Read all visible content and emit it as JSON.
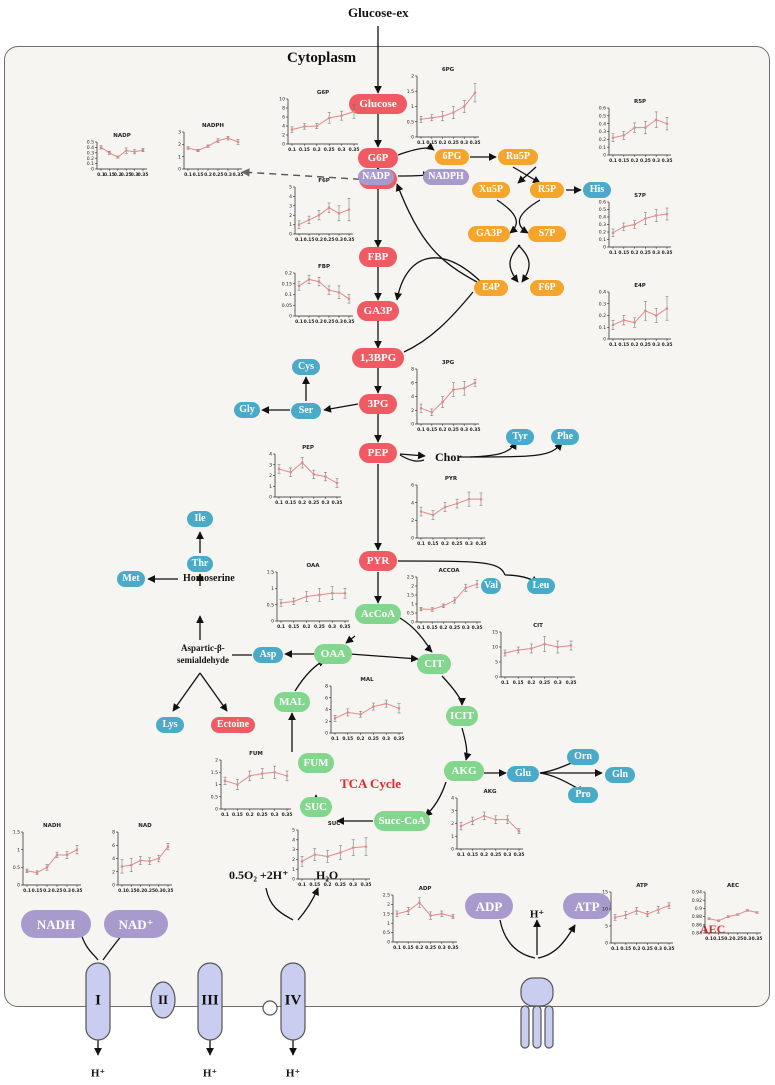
{
  "labels": {
    "glucose_ex": "Glucose-ex",
    "cytoplasm": "Cytoplasm",
    "tca_cycle": "TCA Cycle",
    "chor": "Chor",
    "homoserine": "Homoserine",
    "aspartic": "Aspartic-β-",
    "semialdehyde": "semialdehyde",
    "aec": "AEC",
    "half_o2": "0.5O₂ +2H⁺",
    "h2o": "H₂O",
    "h_plus": "H⁺",
    "nadh": "NADH",
    "nad_plus": "NAD⁺",
    "adp": "ADP",
    "atp": "ATP",
    "cv_h": "H⁺"
  },
  "complexes": {
    "c1": "I",
    "c2": "II",
    "c3": "III",
    "c4": "IV"
  },
  "colors": {
    "glycolysis": "#ef5a63",
    "ppp": "#f5a52c",
    "amino_acid": "#4aabc8",
    "tca": "#83d68d",
    "cofactor": "#a99ace",
    "atp_synthase": "#c9cdef",
    "line": "#e08a8a",
    "aec_label": "#e0272f"
  },
  "nodes": [
    {
      "id": "glucose",
      "label": "Glucose",
      "group": "glycolysis"
    },
    {
      "id": "g6p",
      "label": "G6P",
      "group": "glycolysis"
    },
    {
      "id": "f6p",
      "label": "F6P",
      "group": "glycolysis"
    },
    {
      "id": "fbp",
      "label": "FBP",
      "group": "glycolysis"
    },
    {
      "id": "ga3p",
      "label": "GA3P",
      "group": "glycolysis"
    },
    {
      "id": "bpg",
      "label": "1,3BPG",
      "group": "glycolysis"
    },
    {
      "id": "pg3",
      "label": "3PG",
      "group": "glycolysis"
    },
    {
      "id": "pep",
      "label": "PEP",
      "group": "glycolysis"
    },
    {
      "id": "pyr",
      "label": "PYR",
      "group": "glycolysis"
    },
    {
      "id": "ectoine",
      "label": "Ectoine",
      "group": "glycolysis"
    },
    {
      "id": "pg6",
      "label": "6PG",
      "group": "ppp"
    },
    {
      "id": "ru5p",
      "label": "Ru5P",
      "group": "ppp"
    },
    {
      "id": "xu5p",
      "label": "Xu5P",
      "group": "ppp"
    },
    {
      "id": "r5p",
      "label": "R5P",
      "group": "ppp"
    },
    {
      "id": "ga3p2",
      "label": "GA3P",
      "group": "ppp"
    },
    {
      "id": "s7p",
      "label": "S7P",
      "group": "ppp"
    },
    {
      "id": "e4p",
      "label": "E4P",
      "group": "ppp"
    },
    {
      "id": "f6p2",
      "label": "F6P",
      "group": "ppp"
    },
    {
      "id": "nadp",
      "label": "NADP",
      "group": "cofactor"
    },
    {
      "id": "nadph",
      "label": "NADPH",
      "group": "cofactor"
    },
    {
      "id": "his",
      "label": "His",
      "group": "amino_acid"
    },
    {
      "id": "cys",
      "label": "Cys",
      "group": "amino_acid"
    },
    {
      "id": "ser",
      "label": "Ser",
      "group": "amino_acid"
    },
    {
      "id": "gly",
      "label": "Gly",
      "group": "amino_acid"
    },
    {
      "id": "tyr",
      "label": "Tyr",
      "group": "amino_acid"
    },
    {
      "id": "phe",
      "label": "Phe",
      "group": "amino_acid"
    },
    {
      "id": "ile",
      "label": "Ile",
      "group": "amino_acid"
    },
    {
      "id": "thr",
      "label": "Thr",
      "group": "amino_acid"
    },
    {
      "id": "met",
      "label": "Met",
      "group": "amino_acid"
    },
    {
      "id": "asp",
      "label": "Asp",
      "group": "amino_acid"
    },
    {
      "id": "lys",
      "label": "Lys",
      "group": "amino_acid"
    },
    {
      "id": "val",
      "label": "Val",
      "group": "amino_acid"
    },
    {
      "id": "leu",
      "label": "Leu",
      "group": "amino_acid"
    },
    {
      "id": "glu",
      "label": "Glu",
      "group": "amino_acid"
    },
    {
      "id": "orn",
      "label": "Orn",
      "group": "amino_acid"
    },
    {
      "id": "gln",
      "label": "Gln",
      "group": "amino_acid"
    },
    {
      "id": "pro",
      "label": "Pro",
      "group": "amino_acid"
    },
    {
      "id": "accoa",
      "label": "AcCoA",
      "group": "tca"
    },
    {
      "id": "oaa",
      "label": "OAA",
      "group": "tca"
    },
    {
      "id": "cit",
      "label": "CIT",
      "group": "tca"
    },
    {
      "id": "icit",
      "label": "ICIT",
      "group": "tca"
    },
    {
      "id": "akg",
      "label": "AKG",
      "group": "tca"
    },
    {
      "id": "succoa",
      "label": "Succ-CoA",
      "group": "tca"
    },
    {
      "id": "suc",
      "label": "SUC",
      "group": "tca"
    },
    {
      "id": "fum",
      "label": "FUM",
      "group": "tca"
    },
    {
      "id": "mal",
      "label": "MAL",
      "group": "tca"
    }
  ],
  "chart_data": [
    {
      "id": "g6p",
      "type": "line",
      "title": "G6P",
      "x": [
        0.1,
        0.15,
        0.2,
        0.25,
        0.3,
        0.35
      ],
      "y": [
        3.2,
        3.9,
        4.0,
        5.8,
        6.3,
        7.2
      ],
      "err": [
        0.6,
        0.6,
        0.6,
        1.2,
        1.0,
        1.5
      ],
      "ylim": [
        0,
        10
      ],
      "yticks": [
        0,
        2,
        4,
        6,
        8,
        10
      ],
      "xticks": [
        "0.1",
        "0.15",
        "0.2",
        "0.25",
        "0.3",
        "0.35"
      ]
    },
    {
      "id": "6pg",
      "type": "line",
      "title": "6PG",
      "x": [
        0.1,
        0.15,
        0.2,
        0.25,
        0.3,
        0.35
      ],
      "y": [
        0.58,
        0.63,
        0.68,
        0.8,
        1.0,
        1.45
      ],
      "err": [
        0.1,
        0.1,
        0.15,
        0.2,
        0.2,
        0.3
      ],
      "ylim": [
        0,
        2.0
      ],
      "yticks": [
        0.0,
        0.5,
        1.0,
        1.5,
        2.0
      ],
      "xticks": [
        "0.1",
        "0.15",
        "0.2",
        "0.25",
        "0.3",
        "0.35"
      ]
    },
    {
      "id": "nadp",
      "type": "line",
      "title": "NADP",
      "x": [
        0.1,
        0.15,
        0.2,
        0.25,
        0.3,
        0.35
      ],
      "y": [
        0.4,
        0.3,
        0.22,
        0.34,
        0.32,
        0.35
      ],
      "err": [
        0.03,
        0.03,
        0.02,
        0.05,
        0.04,
        0.03
      ],
      "ylim": [
        0,
        0.5
      ],
      "yticks": [
        0.0,
        0.1,
        0.2,
        0.3,
        0.4,
        0.5
      ],
      "xticks": [
        "0.1",
        "0.15",
        "0.2",
        "0.25",
        "0.3",
        "0.35"
      ]
    },
    {
      "id": "nadph",
      "type": "line",
      "title": "NADPH",
      "x": [
        0.1,
        0.15,
        0.2,
        0.25,
        0.3,
        0.35
      ],
      "y": [
        1.7,
        1.5,
        1.85,
        2.3,
        2.5,
        2.2
      ],
      "err": [
        0.1,
        0.1,
        0.1,
        0.15,
        0.15,
        0.2
      ],
      "ylim": [
        0,
        3
      ],
      "yticks": [
        0,
        1,
        2,
        3
      ],
      "xticks": [
        "0.1",
        "0.15",
        "0.2",
        "0.25",
        "0.3",
        "0.35"
      ]
    },
    {
      "id": "r5p",
      "type": "line",
      "title": "R5P",
      "x": [
        0.1,
        0.15,
        0.2,
        0.25,
        0.3,
        0.35
      ],
      "y": [
        0.22,
        0.25,
        0.35,
        0.35,
        0.45,
        0.4
      ],
      "err": [
        0.05,
        0.05,
        0.06,
        0.08,
        0.1,
        0.08
      ],
      "ylim": [
        0,
        0.6
      ],
      "yticks": [
        0.0,
        0.1,
        0.2,
        0.3,
        0.4,
        0.5,
        0.6
      ],
      "xticks": [
        "0.1",
        "0.15",
        "0.2",
        "0.25",
        "0.3",
        "0.35"
      ]
    },
    {
      "id": "f6p",
      "type": "line",
      "title": "F6P",
      "x": [
        0.1,
        0.15,
        0.2,
        0.25,
        0.3,
        0.35
      ],
      "y": [
        1.0,
        1.5,
        2.0,
        2.8,
        2.2,
        2.6
      ],
      "err": [
        0.4,
        0.4,
        0.5,
        0.5,
        0.8,
        1.2
      ],
      "ylim": [
        0,
        5
      ],
      "yticks": [
        0,
        1,
        2,
        3,
        4,
        5
      ],
      "xticks": [
        "0.1",
        "0.15",
        "0.2",
        "0.25",
        "0.3",
        "0.35"
      ]
    },
    {
      "id": "s7p",
      "type": "line",
      "title": "S7P",
      "x": [
        0.1,
        0.15,
        0.2,
        0.25,
        0.3,
        0.35
      ],
      "y": [
        0.19,
        0.27,
        0.3,
        0.38,
        0.42,
        0.44
      ],
      "err": [
        0.05,
        0.05,
        0.05,
        0.08,
        0.08,
        0.08
      ],
      "ylim": [
        0,
        0.6
      ],
      "yticks": [
        0.0,
        0.1,
        0.2,
        0.3,
        0.4,
        0.5,
        0.6
      ],
      "xticks": [
        "0.1",
        "0.15",
        "0.2",
        "0.25",
        "0.3",
        "0.35"
      ]
    },
    {
      "id": "fbp",
      "type": "line",
      "title": "FBP",
      "x": [
        0.1,
        0.15,
        0.2,
        0.25,
        0.3,
        0.35
      ],
      "y": [
        0.14,
        0.17,
        0.16,
        0.12,
        0.11,
        0.08
      ],
      "err": [
        0.02,
        0.02,
        0.02,
        0.02,
        0.03,
        0.02
      ],
      "ylim": [
        0,
        0.2
      ],
      "yticks": [
        0.0,
        0.05,
        0.1,
        0.15,
        0.2
      ],
      "xticks": [
        "0.1",
        "0.15",
        "0.2",
        "0.25",
        "0.3",
        "0.35"
      ]
    },
    {
      "id": "e4p",
      "type": "line",
      "title": "E4P",
      "x": [
        0.1,
        0.15,
        0.2,
        0.25,
        0.3,
        0.35
      ],
      "y": [
        0.12,
        0.16,
        0.14,
        0.24,
        0.2,
        0.26
      ],
      "err": [
        0.04,
        0.04,
        0.04,
        0.08,
        0.06,
        0.1
      ],
      "ylim": [
        0,
        0.4
      ],
      "yticks": [
        0.0,
        0.1,
        0.2,
        0.3,
        0.4
      ],
      "xticks": [
        "0.1",
        "0.15",
        "0.2",
        "0.25",
        "0.3",
        "0.35"
      ]
    },
    {
      "id": "3pg",
      "type": "line",
      "title": "3PG",
      "x": [
        0.1,
        0.15,
        0.2,
        0.25,
        0.3,
        0.35
      ],
      "y": [
        2.3,
        1.7,
        3.2,
        5.0,
        5.2,
        6.0
      ],
      "err": [
        0.6,
        0.5,
        0.8,
        1.0,
        1.0,
        0.5
      ],
      "ylim": [
        0,
        8
      ],
      "yticks": [
        0,
        2,
        4,
        6,
        8
      ],
      "xticks": [
        "0.1",
        "0.15",
        "0.2",
        "0.25",
        "0.3",
        "0.35"
      ]
    },
    {
      "id": "pep",
      "type": "line",
      "title": "PEP",
      "x": [
        0.1,
        0.15,
        0.2,
        0.25,
        0.3,
        0.35
      ],
      "y": [
        2.6,
        2.3,
        3.2,
        2.1,
        1.9,
        1.3
      ],
      "err": [
        0.4,
        0.4,
        0.5,
        0.4,
        0.4,
        0.4
      ],
      "ylim": [
        0,
        4
      ],
      "yticks": [
        0,
        1,
        2,
        3,
        4
      ],
      "xticks": [
        "0.1",
        "0.15",
        "0.2",
        "0.25",
        "0.3",
        "0.35"
      ]
    },
    {
      "id": "pyr",
      "type": "line",
      "title": "PYR",
      "x": [
        0.1,
        0.15,
        0.2,
        0.25,
        0.3,
        0.35
      ],
      "y": [
        3.0,
        2.6,
        3.5,
        3.9,
        4.4,
        4.4
      ],
      "err": [
        0.5,
        0.5,
        0.5,
        0.5,
        0.8,
        0.7
      ],
      "ylim": [
        0,
        6
      ],
      "yticks": [
        0,
        2,
        4,
        6
      ],
      "xticks": [
        "0.1",
        "0.15",
        "0.2",
        "0.25",
        "0.3",
        "0.35"
      ]
    },
    {
      "id": "oaa",
      "type": "line",
      "title": "OAA",
      "x": [
        0.1,
        0.15,
        0.2,
        0.25,
        0.3,
        0.35
      ],
      "y": [
        0.55,
        0.6,
        0.75,
        0.8,
        0.85,
        0.85
      ],
      "err": [
        0.1,
        0.1,
        0.15,
        0.2,
        0.2,
        0.15
      ],
      "ylim": [
        0,
        1.5
      ],
      "yticks": [
        0.0,
        0.5,
        1.0,
        1.5
      ],
      "xticks": [
        "0.1",
        "0.15",
        "0.2",
        "0.25",
        "0.3",
        "0.35"
      ]
    },
    {
      "id": "accoa",
      "type": "line",
      "title": "ACCOA",
      "x": [
        0.1,
        0.15,
        0.2,
        0.25,
        0.3,
        0.35
      ],
      "y": [
        0.72,
        0.7,
        0.9,
        1.2,
        1.9,
        2.1
      ],
      "err": [
        0.1,
        0.1,
        0.1,
        0.15,
        0.2,
        0.2
      ],
      "ylim": [
        0,
        2.5
      ],
      "yticks": [
        0.0,
        0.5,
        1.0,
        1.5,
        2.0,
        2.5
      ],
      "xticks": [
        "0.1",
        "0.15",
        "0.2",
        "0.25",
        "0.3",
        "0.35"
      ]
    },
    {
      "id": "cit",
      "type": "line",
      "title": "CIT",
      "x": [
        0.1,
        0.15,
        0.2,
        0.25,
        0.3,
        0.35
      ],
      "y": [
        8.0,
        9.0,
        9.5,
        11.0,
        10.0,
        10.5
      ],
      "err": [
        1.0,
        1.0,
        1.5,
        2.5,
        2.0,
        1.5
      ],
      "ylim": [
        0,
        15
      ],
      "yticks": [
        0,
        5,
        10,
        15
      ],
      "xticks": [
        "0.1",
        "0.15",
        "0.2",
        "0.25",
        "0.3",
        "0.35"
      ]
    },
    {
      "id": "mal",
      "type": "line",
      "title": "MAL",
      "x": [
        0.1,
        0.15,
        0.2,
        0.25,
        0.3,
        0.35
      ],
      "y": [
        2.5,
        3.5,
        3.2,
        4.5,
        5.0,
        4.2
      ],
      "err": [
        0.5,
        0.6,
        0.5,
        0.6,
        0.6,
        0.8
      ],
      "ylim": [
        0,
        8
      ],
      "yticks": [
        0,
        2,
        4,
        6,
        8
      ],
      "xticks": [
        "0.1",
        "0.15",
        "0.2",
        "0.25",
        "0.3",
        "0.35"
      ]
    },
    {
      "id": "fum",
      "type": "line",
      "title": "FUM",
      "x": [
        0.1,
        0.15,
        0.2,
        0.25,
        0.3,
        0.35
      ],
      "y": [
        1.15,
        1.0,
        1.35,
        1.45,
        1.5,
        1.35
      ],
      "err": [
        0.15,
        0.2,
        0.2,
        0.2,
        0.25,
        0.2
      ],
      "ylim": [
        0,
        2.0
      ],
      "yticks": [
        0.0,
        0.5,
        1.0,
        1.5,
        2.0
      ],
      "xticks": [
        "0.1",
        "0.15",
        "0.2",
        "0.25",
        "0.3",
        "0.35"
      ]
    },
    {
      "id": "akg",
      "type": "line",
      "title": "AKG",
      "x": [
        0.1,
        0.15,
        0.2,
        0.25,
        0.3,
        0.35
      ],
      "y": [
        1.8,
        2.2,
        2.6,
        2.3,
        2.3,
        1.4
      ],
      "err": [
        0.3,
        0.3,
        0.3,
        0.3,
        0.3,
        0.2
      ],
      "ylim": [
        0,
        4
      ],
      "yticks": [
        0,
        1,
        2,
        3,
        4
      ],
      "xticks": [
        "0.1",
        "0.15",
        "0.2",
        "0.25",
        "0.3",
        "0.35"
      ]
    },
    {
      "id": "suc",
      "type": "line",
      "title": "SUC",
      "x": [
        0.1,
        0.15,
        0.2,
        0.25,
        0.3,
        0.35
      ],
      "y": [
        1.8,
        2.5,
        2.3,
        2.7,
        3.2,
        3.3
      ],
      "err": [
        0.5,
        0.6,
        0.6,
        0.7,
        0.8,
        0.9
      ],
      "ylim": [
        0,
        5
      ],
      "yticks": [
        0,
        1,
        2,
        3,
        4,
        5
      ],
      "xticks": [
        "0.1",
        "0.15",
        "0.2",
        "0.25",
        "0.3",
        "0.35"
      ]
    },
    {
      "id": "nadh",
      "type": "line",
      "title": "NADH",
      "x": [
        0.1,
        0.15,
        0.2,
        0.25,
        0.3,
        0.35
      ],
      "y": [
        0.4,
        0.35,
        0.5,
        0.85,
        0.85,
        1.0
      ],
      "err": [
        0.05,
        0.05,
        0.08,
        0.08,
        0.1,
        0.12
      ],
      "ylim": [
        0,
        1.5
      ],
      "yticks": [
        0.0,
        0.5,
        1.0,
        1.5
      ],
      "xticks": [
        "0.1",
        "0.15",
        "0.2",
        "0.25",
        "0.3",
        "0.35"
      ]
    },
    {
      "id": "nad",
      "type": "line",
      "title": "NAD",
      "x": [
        0.1,
        0.15,
        0.2,
        0.25,
        0.3,
        0.35
      ],
      "y": [
        2.8,
        3.0,
        3.7,
        3.6,
        4.0,
        5.8
      ],
      "err": [
        1.0,
        1.0,
        0.6,
        0.5,
        0.5,
        0.5
      ],
      "ylim": [
        0,
        8
      ],
      "yticks": [
        0,
        2,
        4,
        6,
        8
      ],
      "xticks": [
        "0.1",
        "0.15",
        "0.2",
        "0.25",
        "0.3",
        "0.35"
      ]
    },
    {
      "id": "adp",
      "type": "line",
      "title": "ADP",
      "x": [
        0.1,
        0.15,
        0.2,
        0.25,
        0.3,
        0.35
      ],
      "y": [
        1.5,
        1.65,
        2.1,
        1.4,
        1.5,
        1.35
      ],
      "err": [
        0.15,
        0.2,
        0.25,
        0.2,
        0.15,
        0.1
      ],
      "ylim": [
        0,
        2.5
      ],
      "yticks": [
        0.0,
        0.5,
        1.0,
        1.5,
        2.0,
        2.5
      ],
      "xticks": [
        "0.1",
        "0.15",
        "0.2",
        "0.25",
        "0.3",
        "0.35"
      ]
    },
    {
      "id": "atp",
      "type": "line",
      "title": "ATP",
      "x": [
        0.1,
        0.15,
        0.2,
        0.25,
        0.3,
        0.35
      ],
      "y": [
        7.5,
        8.2,
        9.5,
        8.5,
        9.8,
        11.0
      ],
      "err": [
        0.8,
        1.0,
        1.0,
        0.8,
        1.0,
        0.8
      ],
      "ylim": [
        0,
        15
      ],
      "yticks": [
        0,
        5,
        10,
        15
      ],
      "xticks": [
        "0.1",
        "0.15",
        "0.2",
        "0.25",
        "0.3",
        "0.35"
      ]
    },
    {
      "id": "aec",
      "type": "line",
      "title": "AEC",
      "x": [
        0.1,
        0.15,
        0.2,
        0.25,
        0.3,
        0.35
      ],
      "y": [
        0.875,
        0.87,
        0.88,
        0.885,
        0.895,
        0.89
      ],
      "err": [
        0.002,
        0.002,
        0.002,
        0.002,
        0.002,
        0.002
      ],
      "ylim": [
        0.84,
        0.94
      ],
      "yticks": [
        0.84,
        0.86,
        0.88,
        0.9,
        0.92,
        0.94
      ],
      "xticks": [
        "0.1",
        "0.15",
        "0.2",
        "0.25",
        "0.3",
        "0.35"
      ]
    }
  ]
}
